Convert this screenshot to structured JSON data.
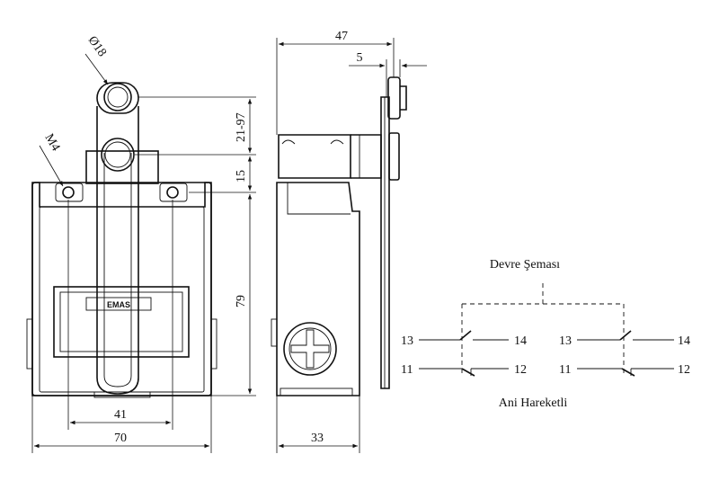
{
  "dimensions": {
    "roller_dia": "Ø18",
    "thread": "M4",
    "lever_range": "21-97",
    "mount_offset": "15",
    "body_height": "79",
    "hole_spacing": "41",
    "body_width": "70",
    "side_width": "47",
    "lever_thickness": "5",
    "side_depth": "33"
  },
  "logo_text": "EMAS",
  "circuit": {
    "title": "Devre Şeması",
    "caption": "Ani Hareketli",
    "terminals": {
      "left_no_in": "13",
      "left_no_out": "14",
      "left_nc_in": "11",
      "left_nc_out": "12",
      "right_no_in": "13",
      "right_no_out": "14",
      "right_nc_in": "11",
      "right_nc_out": "12"
    }
  }
}
